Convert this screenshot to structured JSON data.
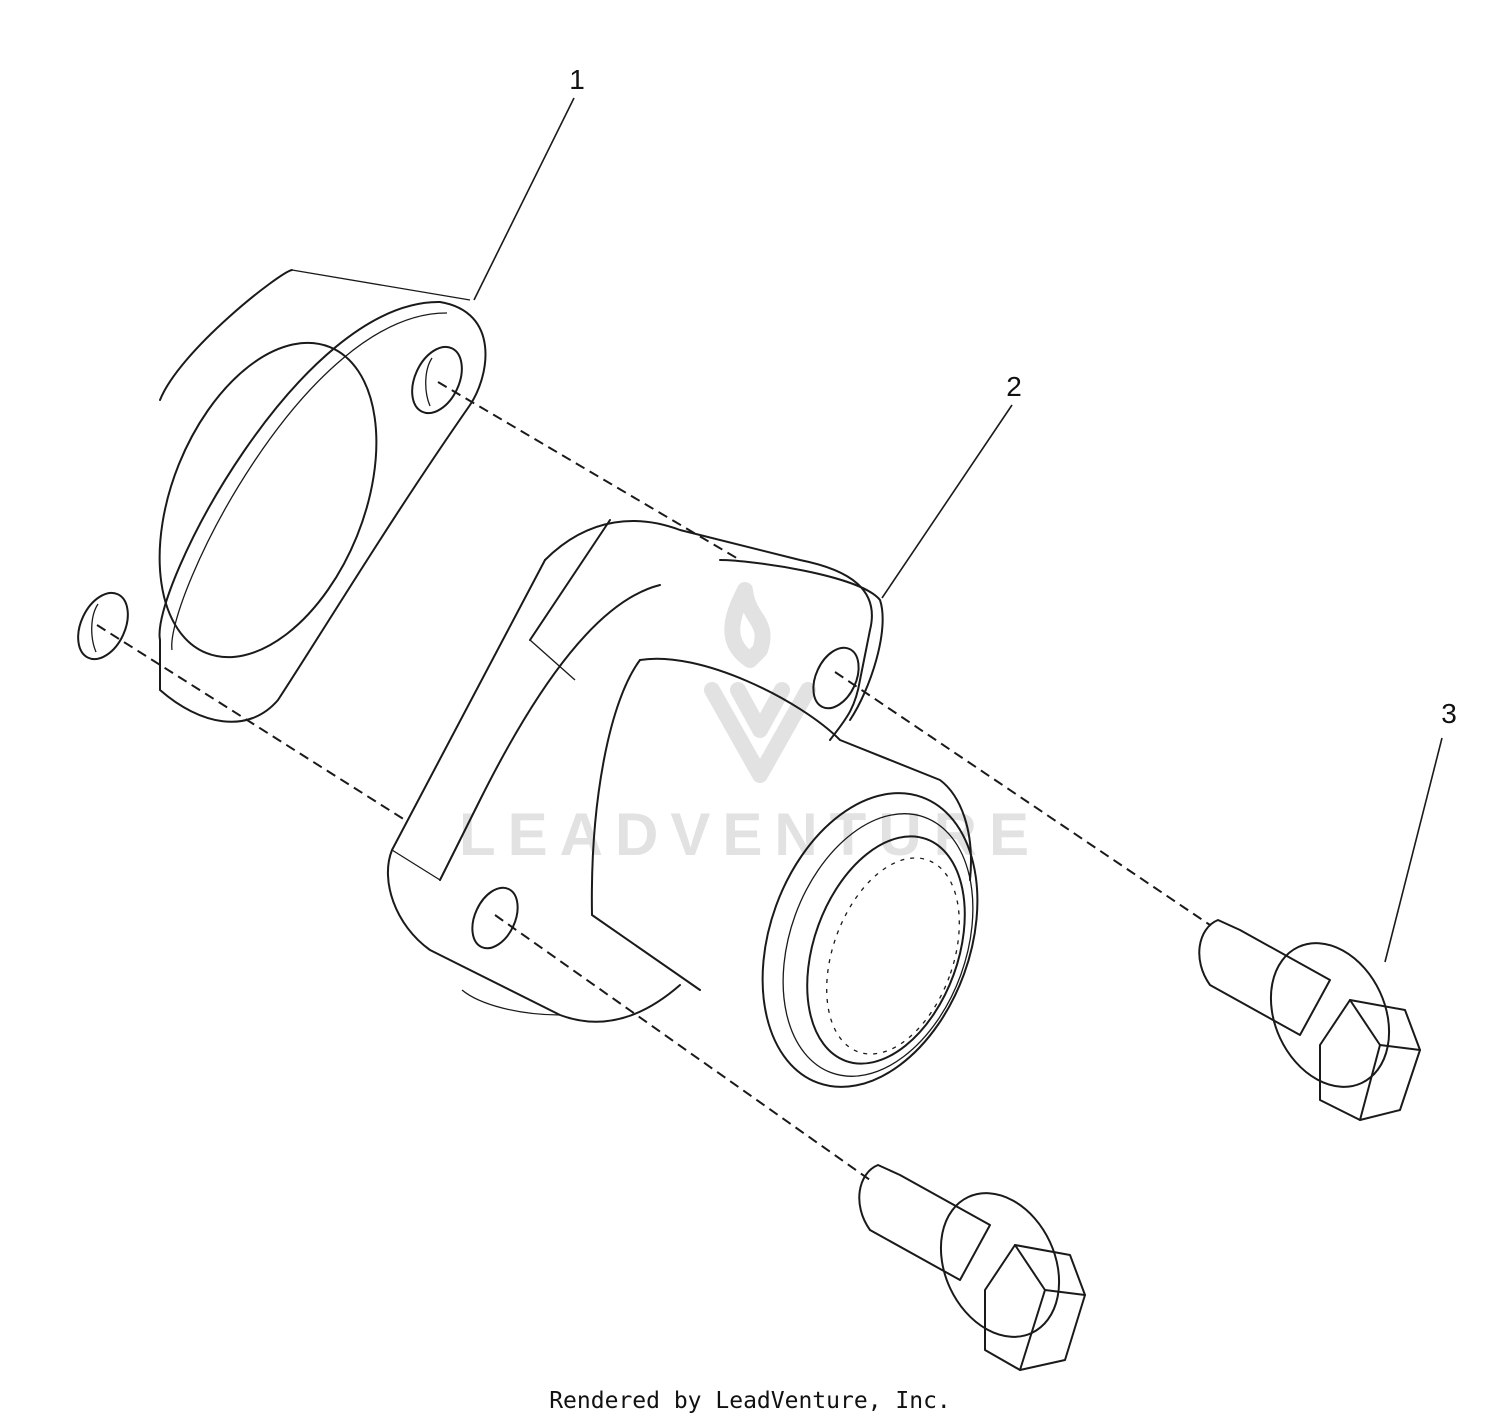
{
  "callouts": [
    {
      "id": "1",
      "label": "1"
    },
    {
      "id": "2",
      "label": "2"
    },
    {
      "id": "3",
      "label": "3"
    }
  ],
  "watermark": {
    "text": "LEADVENTURE",
    "logo": "leadventure-logo"
  },
  "credit": "Rendered by LeadVenture, Inc."
}
